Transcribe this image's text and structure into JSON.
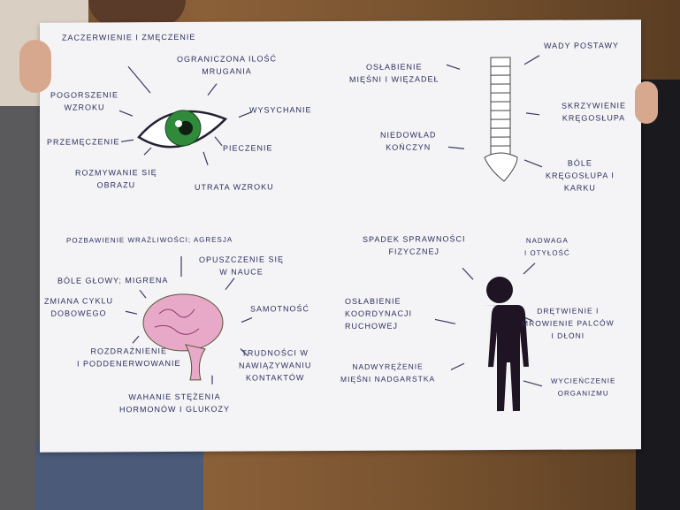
{
  "eye": {
    "labels": [
      "Zaczerwienie i zmęczenie",
      "Ograniczona ilość",
      "mrugania",
      "Pogorszenie",
      "wzroku",
      "Wysychanie",
      "Przemęczenie",
      "Pieczenie",
      "Rozmywanie się",
      "obrazu",
      "Utrata wzroku"
    ]
  },
  "spine": {
    "labels": [
      "Wady postawy",
      "Osłabienie",
      "mięśni i więzadeł",
      "Skrzywienie",
      "kręgosłupa",
      "Niedowład",
      "kończyn",
      "Bóle",
      "kręgosłupa i",
      "karku"
    ]
  },
  "brain": {
    "labels": [
      "Pozbawienie wrażliwości; agresja",
      "Opuszczenie się",
      "w nauce",
      "Bóle głowy; migrena",
      "Zmiana cyklu",
      "dobowego",
      "Samotność",
      "Rozdrażnienie",
      "i poddenerwowanie",
      "Trudności w",
      "nawiązywaniu",
      "kontaktów",
      "Wahanie stężenia",
      "hormonów i glukozy"
    ]
  },
  "body": {
    "labels": [
      "Spadek sprawności",
      "fizycznej",
      "Nadwaga",
      "i otyłość",
      "Osłabienie",
      "koordynacji",
      "ruchowej",
      "Drętwienie i",
      "mrowienie palców",
      "i dłoni",
      "Nadwyrężenie",
      "mięśni nadgarstka",
      "Wycieńczenie",
      "organizmu"
    ]
  },
  "colors": {
    "ink": "#2b2d5c",
    "iris": "#2f8a3a",
    "brain": "#e8a8c8",
    "silhouette": "#1e1424"
  }
}
